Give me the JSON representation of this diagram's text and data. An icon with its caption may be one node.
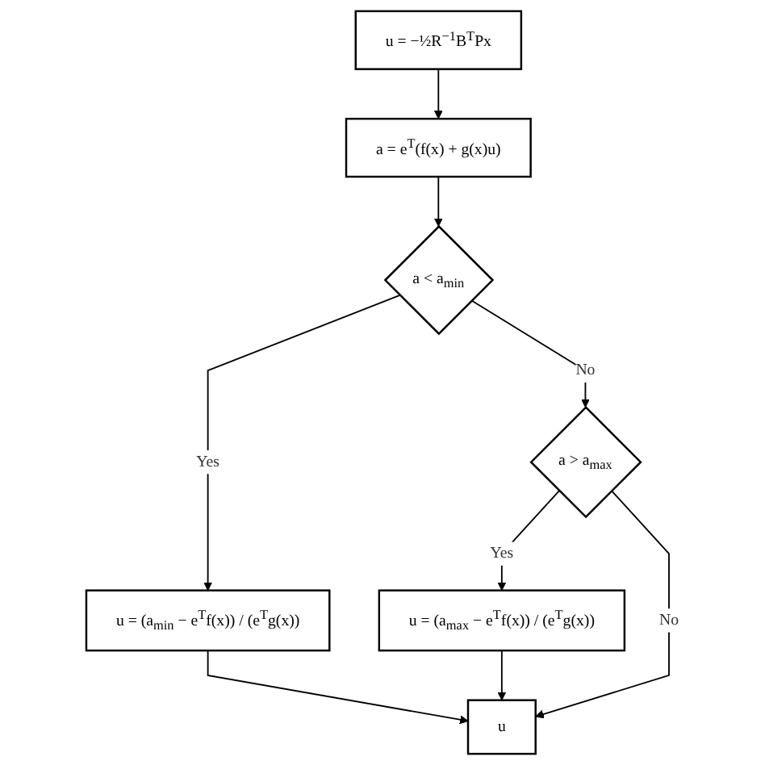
{
  "diagram": {
    "nodes": [
      {
        "text": [
          "u = −½R$^{−1}$B$^{T}$Px"
        ]
      },
      {
        "text": [
          "a = e$^{T}$(f(x) + g(x)u)"
        ]
      },
      {
        "text": [
          "a < a$_{min}$"
        ]
      },
      {
        "text": [
          "u = (a$_{min}$ − e$^{T}$f(x)) / (e$^{T}$g(x))"
        ]
      },
      {
        "text": [
          "a > a$_{max}$"
        ]
      },
      {
        "text": [
          "u = (a$_{max}$ − e$^{T}$f(x)) / (e$^{T}$g(x))"
        ]
      },
      {
        "text": [
          "u"
        ]
      }
    ],
    "edges": [
      {
        "from": 0,
        "to": 1,
        "arrow": "to"
      },
      {
        "from": 1,
        "to": 2,
        "arrow": "to"
      },
      {
        "from": 2,
        "to": 3,
        "arrow": "to",
        "label": "Yes"
      },
      {
        "from": 2,
        "to": 4,
        "arrow": "to",
        "label": "No"
      },
      {
        "from": 4,
        "to": 5,
        "arrow": "to",
        "label": "Yes"
      },
      {
        "from": 4,
        "to": 6,
        "arrow": "to",
        "label": "No"
      },
      {
        "from": 3,
        "to": 6,
        "arrow": "to"
      },
      {
        "from": 5,
        "to": 6,
        "arrow": "to"
      }
    ]
  }
}
